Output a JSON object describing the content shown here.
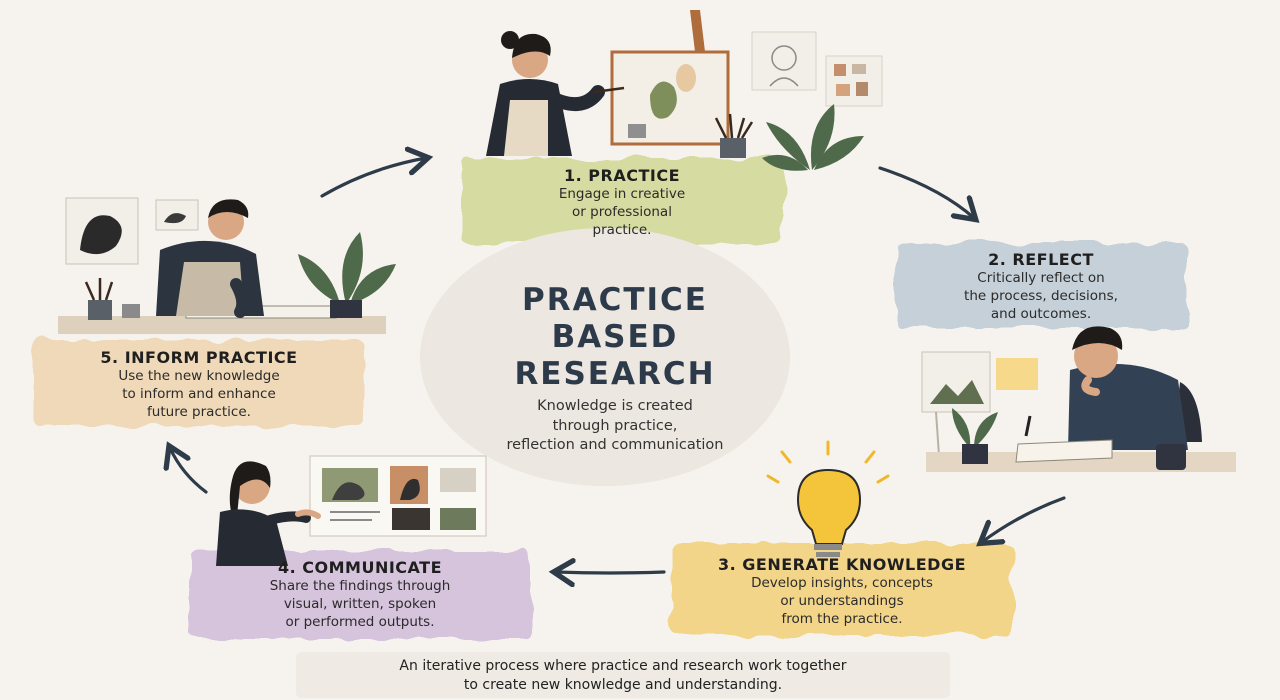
{
  "center": {
    "title_lines": [
      "PRACTICE",
      "BASED",
      "RESEARCH"
    ],
    "subtitle_lines": [
      "Knowledge is created",
      "through practice,",
      "reflection and communication"
    ]
  },
  "steps": [
    {
      "title": "1. PRACTICE",
      "lines": [
        "Engage in creative",
        "or professional",
        "practice."
      ],
      "color": "#d6dba1"
    },
    {
      "title": "2. REFLECT",
      "lines": [
        "Critically reflect on",
        "the process, decisions,",
        "and outcomes."
      ],
      "color": "#c5d0d8"
    },
    {
      "title": "3. GENERATE KNOWLEDGE",
      "lines": [
        "Develop insights, concepts",
        "or understandings",
        "from the practice."
      ],
      "color": "#f3d58a"
    },
    {
      "title": "4. COMMUNICATE",
      "lines": [
        "Share the findings through",
        "visual, written, spoken",
        "or performed outputs."
      ],
      "color": "#d6c3dc"
    },
    {
      "title": "5. INFORM PRACTICE",
      "lines": [
        "Use the new knowledge",
        "to inform and enhance",
        "future practice."
      ],
      "color": "#efd9b8"
    }
  ],
  "footer": {
    "lines": [
      "An iterative process where practice and research work together",
      "to create new knowledge and understanding."
    ]
  },
  "palette": {
    "arrow": "#2e3b48",
    "ink": "#2b2b2b",
    "skin": "#d9a784",
    "hair": "#1f1b18",
    "shirt_dark": "#262b33",
    "plant": "#4f6a4a",
    "bulb": "#f4c53a"
  },
  "icons": [
    "painter-illustration",
    "easel-icon",
    "reflecting-person-illustration",
    "light-bulb-icon",
    "presenter-illustration",
    "artist-at-table-illustration",
    "plant-icon",
    "cycle-arrow-icon"
  ]
}
